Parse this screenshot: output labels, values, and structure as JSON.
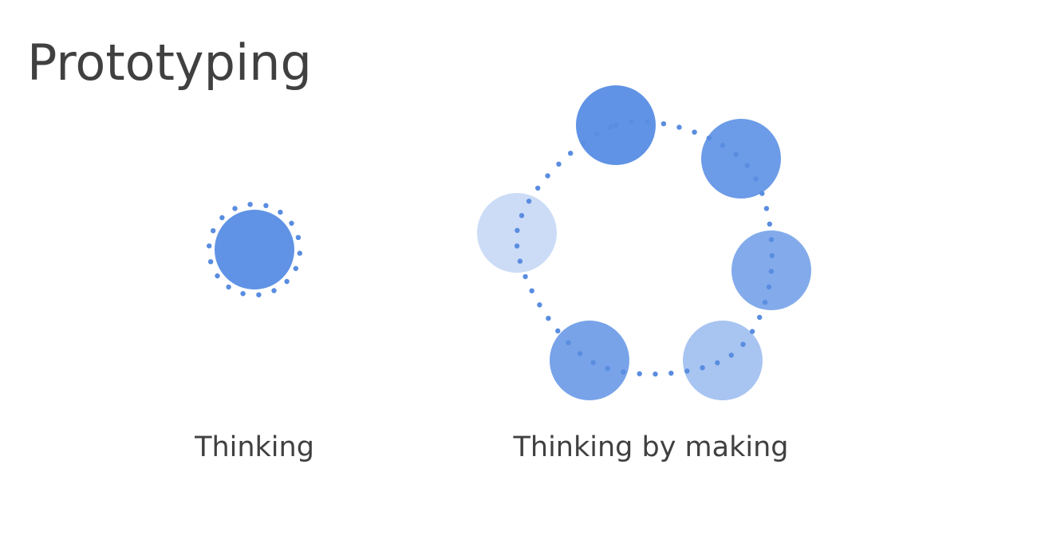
{
  "slide": {
    "title": "Prototyping"
  },
  "diagram": {
    "left": {
      "caption": "Thinking",
      "node_color": "#6093e5",
      "dot_color": "#5a8de0",
      "node_opacity": 1
    },
    "right": {
      "caption": "Thinking by making",
      "dot_color": "#5a8de0",
      "nodes": [
        {
          "name": "node-top",
          "color": "#6093e5",
          "opacity": 1.0
        },
        {
          "name": "node-upper-right",
          "color": "#6093e5",
          "opacity": 0.92
        },
        {
          "name": "node-right",
          "color": "#6093e5",
          "opacity": 0.78
        },
        {
          "name": "node-lower-right",
          "color": "#6093e5",
          "opacity": 0.55
        },
        {
          "name": "node-lower-left",
          "color": "#6093e5",
          "opacity": 0.85
        },
        {
          "name": "node-left",
          "color": "#6093e5",
          "opacity": 0.32
        }
      ]
    }
  }
}
